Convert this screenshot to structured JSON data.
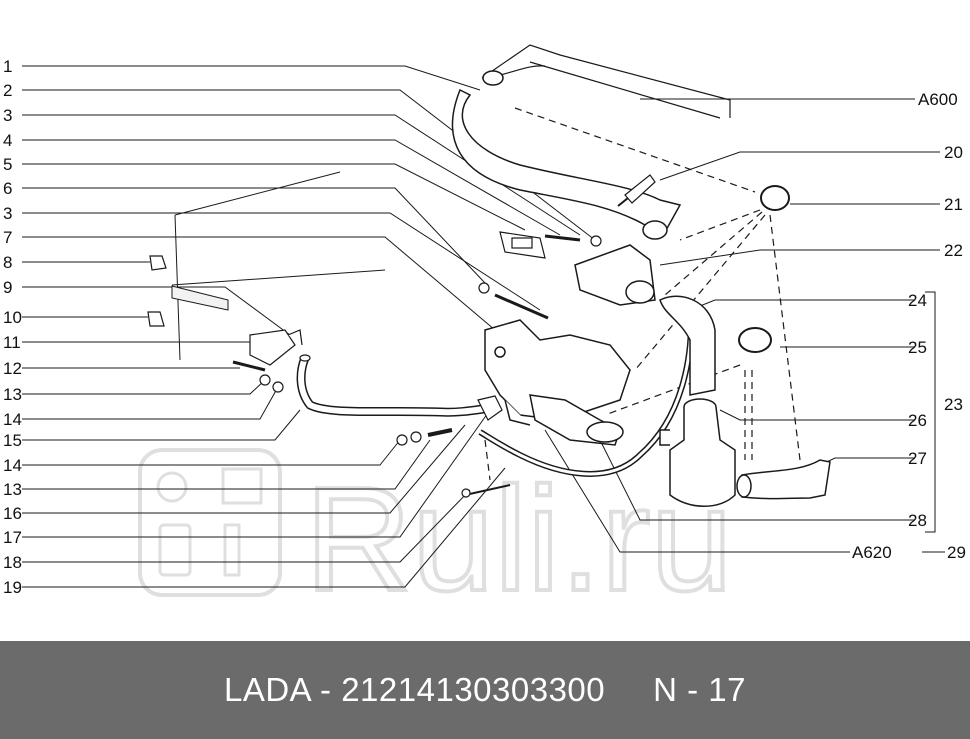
{
  "callouts_left": [
    "1",
    "2",
    "3",
    "4",
    "5",
    "6",
    "3",
    "7",
    "8",
    "9",
    "10",
    "11",
    "12",
    "13",
    "14",
    "15",
    "14",
    "13",
    "16",
    "17",
    "18",
    "19"
  ],
  "callouts_right": [
    "A600",
    "20",
    "21",
    "22",
    "24",
    "25",
    "23",
    "26",
    "27",
    "28",
    "A620",
    "29"
  ],
  "watermark": "Ruli.ru",
  "footer": {
    "part_line": "LADA - 21214130303300",
    "page_ref": "N - 17"
  },
  "colors": {
    "footer_bg": "#6b6b6b",
    "footer_text": "#ffffff",
    "line": "#1a1a1a",
    "watermark": "#d9d9d9"
  }
}
